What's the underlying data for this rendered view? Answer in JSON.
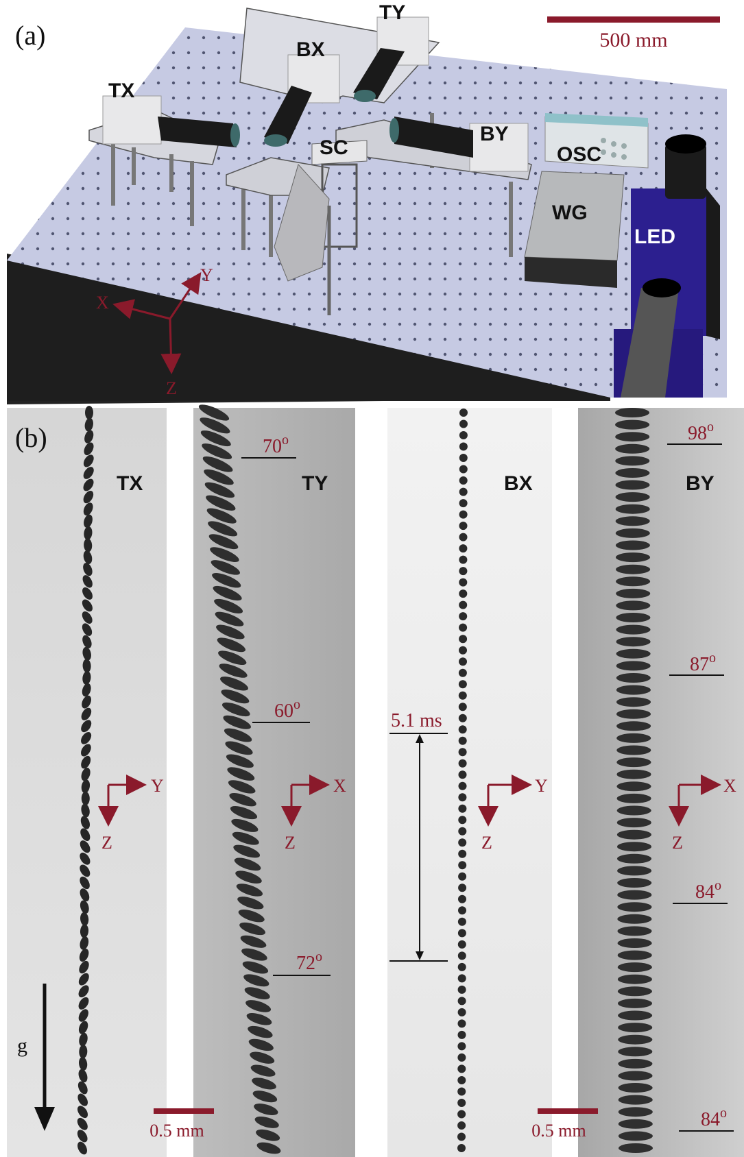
{
  "panel_a": {
    "panel_label": "(a)",
    "scale_bar": "500 mm",
    "labels": {
      "tx": "TX",
      "ty": "TY",
      "bx": "BX",
      "by": "BY",
      "sc": "SC",
      "osc": "OSC",
      "wg": "WG",
      "led": "LED"
    },
    "axes": {
      "x": "X",
      "y": "Y",
      "z": "Z"
    }
  },
  "panel_b": {
    "panel_label": "(b)",
    "strip_labels": {
      "tx": "TX",
      "ty": "TY",
      "bx": "BX",
      "by": "BY"
    },
    "angles_ty": {
      "a1": "70",
      "a2": "60",
      "a3": "72"
    },
    "angles_by": {
      "a1": "98",
      "a2": "87",
      "a3": "84",
      "a4": "84"
    },
    "degree_mark": "o",
    "time_interval": "5.1 ms",
    "gravity": "g",
    "scale_bar_left": "0.5 mm",
    "scale_bar_right": "0.5 mm",
    "axes_tx": {
      "h": "Y",
      "v": "Z"
    },
    "axes_ty": {
      "h": "X",
      "v": "Z"
    },
    "axes_bx": {
      "h": "Y",
      "v": "Z"
    },
    "axes_by": {
      "h": "X",
      "v": "Z"
    }
  },
  "colors": {
    "accent": "#8a1a2b",
    "table": "#c9cde6",
    "led": "#2c1f8f"
  }
}
